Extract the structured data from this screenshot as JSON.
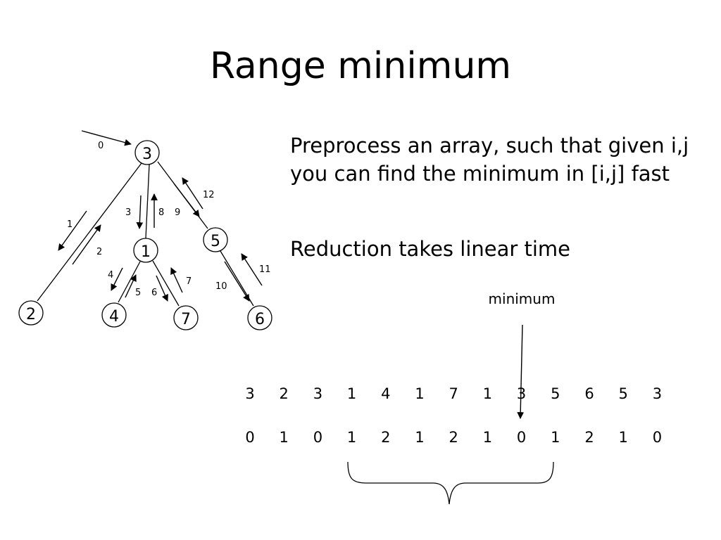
{
  "slide": {
    "title": "Range minimum",
    "bullets": [
      "Preprocess an array, such that given i,j you can find the minimum in [i,j] fast",
      "Reduction takes linear time"
    ]
  },
  "tree": {
    "nodes": [
      "3",
      "1",
      "5",
      "2",
      "4",
      "7",
      "6"
    ],
    "edge_labels": [
      "0",
      "1",
      "2",
      "3",
      "4",
      "5",
      "6",
      "7",
      "8",
      "9",
      "10",
      "11",
      "12"
    ]
  },
  "array": {
    "values": [
      "3",
      "2",
      "3",
      "1",
      "4",
      "1",
      "7",
      "1",
      "3",
      "5",
      "6",
      "5",
      "3"
    ],
    "depths": [
      "0",
      "1",
      "0",
      "1",
      "2",
      "1",
      "2",
      "1",
      "0",
      "1",
      "2",
      "1",
      "0"
    ],
    "annotation": "minimum"
  }
}
